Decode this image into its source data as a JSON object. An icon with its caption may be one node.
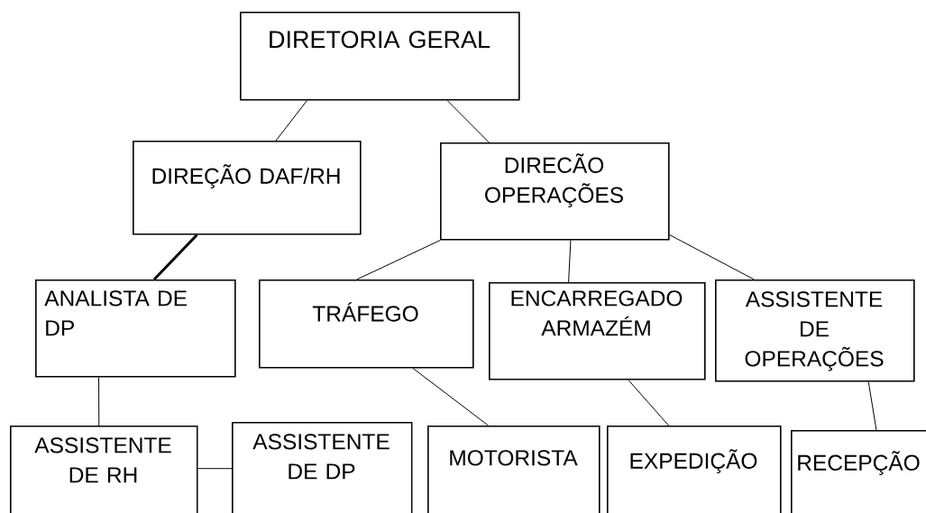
{
  "diagram": {
    "nodes": [
      {
        "text": [
          "DIRETORIA GERAL"
        ]
      },
      {
        "text": [
          "DIREÇÃO DAF/RH"
        ]
      },
      {
        "text": [
          "DIRECÃO OPERAÇÕES"
        ]
      },
      {
        "text": [
          "ANALISTA DE DP"
        ]
      },
      {
        "text": [
          "TRÁFEGO"
        ]
      },
      {
        "text": [
          "ENCARREGADO ARMAZÉM"
        ]
      },
      {
        "text": [
          "ASSISTENTE DE OPERAÇÕES"
        ]
      },
      {
        "text": [
          "ASSISTENTE DE RH"
        ]
      },
      {
        "text": [
          "ASSISTENTE DE DP"
        ]
      },
      {
        "text": [
          "MOTORISTA"
        ]
      },
      {
        "text": [
          "EXPEDIÇÃO"
        ]
      },
      {
        "text": [
          "RECEPÇÃO"
        ]
      }
    ],
    "edges": [
      {
        "from": 0,
        "to": 1,
        "arrow": "none"
      },
      {
        "from": 0,
        "to": 2,
        "arrow": "none"
      },
      {
        "from": 1,
        "to": 3,
        "arrow": "none",
        "style": "thick"
      },
      {
        "from": 2,
        "to": 4,
        "arrow": "none"
      },
      {
        "from": 2,
        "to": 5,
        "arrow": "none"
      },
      {
        "from": 2,
        "to": 6,
        "arrow": "none"
      },
      {
        "from": 3,
        "to": 7,
        "arrow": "none"
      },
      {
        "from": 7,
        "to": 8,
        "arrow": "none"
      },
      {
        "from": 4,
        "to": 9,
        "arrow": "none"
      },
      {
        "from": 5,
        "to": 10,
        "arrow": "none"
      },
      {
        "from": 6,
        "to": 11,
        "arrow": "none"
      }
    ]
  }
}
